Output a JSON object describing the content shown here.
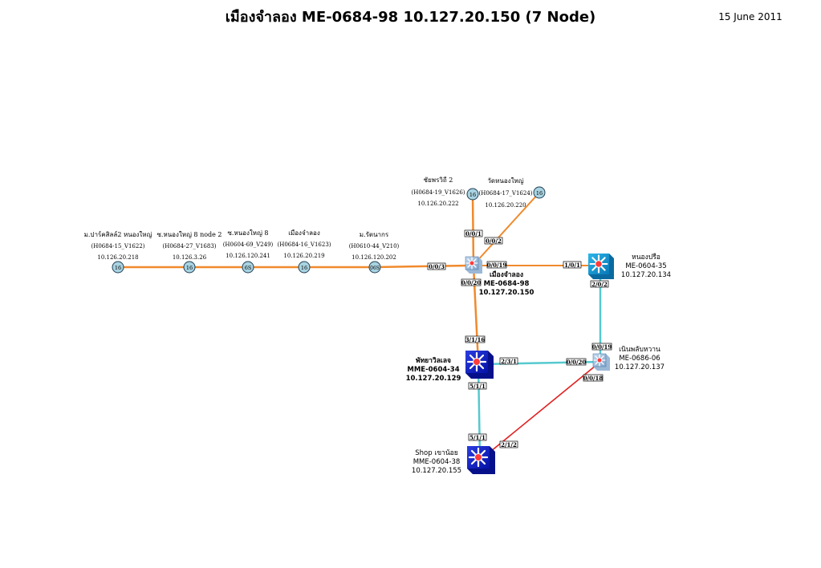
{
  "header": {
    "title": "เมืองจำลอง  ME-0684-98  10.127.20.150 (7 Node)",
    "date": "15 June 2011"
  },
  "colors": {
    "orange": "#f08a2c",
    "cyan": "#55c9cf",
    "red": "#e02020",
    "switch_blue": "#0a1fcc",
    "switch_cyan": "#1aa3d9",
    "node_fill": "#a9d3e1"
  },
  "end_nodes": [
    {
      "id": "e1",
      "badge": "16",
      "name": "ม.ปาร์คสิลล์2 หนองใหญ่",
      "code": "(H0684-15_V1622)",
      "ip": "10.126.20.218"
    },
    {
      "id": "e2",
      "badge": "16",
      "name": "ซ.หนองใหญ่ 8 node 2",
      "code": "(H0684-27_V1683)",
      "ip": "10.126.3.26"
    },
    {
      "id": "e3",
      "badge": "6S",
      "name": "ซ.หนองใหญ่ 8",
      "code": "(H0604-69_V249)",
      "ip": "10.126.120.241"
    },
    {
      "id": "e4",
      "badge": "16",
      "name": "เมืองจำลอง",
      "code": "(H0684-16_V1623)",
      "ip": "10.126.20.219"
    },
    {
      "id": "e5",
      "badge": "06S",
      "name": "ม.รัตนากร",
      "code": "(H0610-44_V210)",
      "ip": "10.126.120.202"
    },
    {
      "id": "e6",
      "badge": "16",
      "name": "ชัยพรวิถี 2",
      "code": "(H0684-19_V1626)",
      "ip": "10.126.20.222"
    },
    {
      "id": "e7",
      "badge": "16",
      "name": "วัดหนองใหญ่",
      "code": "(H0684-17_V1624)",
      "ip": "10.126.20.220"
    }
  ],
  "switches": [
    {
      "id": "s_main",
      "name": "เมืองจำลอง",
      "model": "ME-0684-98",
      "ip": "10.127.20.150"
    },
    {
      "id": "s_nongprue",
      "name": "หนองปรือ",
      "model": "ME-0604-35",
      "ip": "10.127.20.134"
    },
    {
      "id": "s_pattaya",
      "name": "พัทยาวิลเลจ",
      "model": "MME-0604-34",
      "ip": "10.127.20.129"
    },
    {
      "id": "s_noen",
      "name": "เนินพลับหวาน",
      "model": "ME-0686-06",
      "ip": "10.127.20.137"
    },
    {
      "id": "s_shop",
      "name": "Shop เขาน้อย",
      "model": "MME-0604-38",
      "ip": "10.127.20.155"
    }
  ],
  "ports": {
    "main_left": "0/0/3",
    "main_top": "0/0/1",
    "main_top_right": "0/0/2",
    "main_right": "0/0/19",
    "main_bottom": "0/0/20",
    "nongprue_left": "1/0/1",
    "nongprue_bottom": "2/0/2",
    "pattaya_top": "3/1/16",
    "pattaya_right": "2/3/1",
    "pattaya_bottom": "5/1/1",
    "noen_top": "0/0/19",
    "noen_left": "0/0/20",
    "noen_bottom": "0/0/18",
    "shop_top": "5/1/1",
    "shop_right": "2/1/2"
  }
}
